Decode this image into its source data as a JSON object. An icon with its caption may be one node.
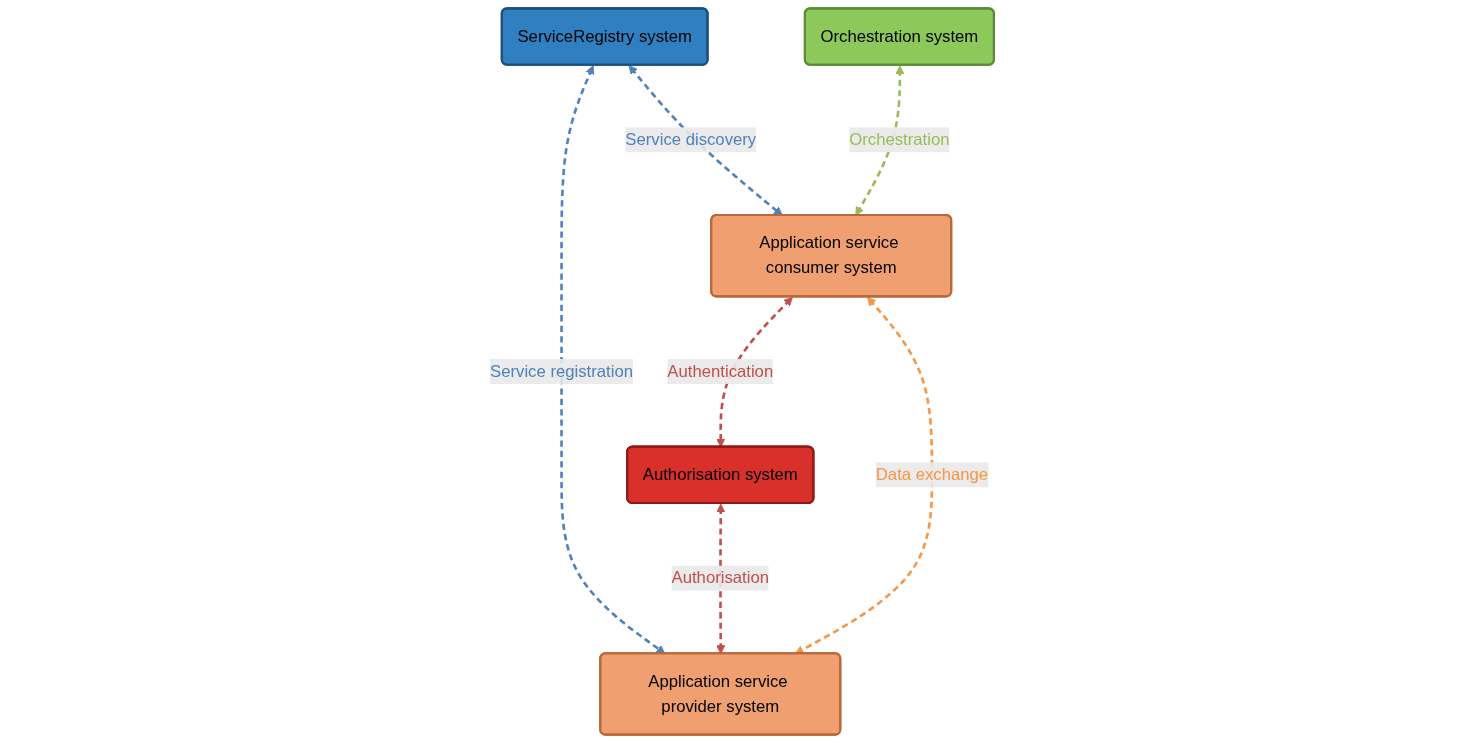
{
  "diagram": {
    "nodes": [
      {
        "text": [
          "Authorisation system"
        ]
      },
      {
        "text": [
          "ServiceRegistry system"
        ]
      },
      {
        "text": [
          "Orchestration system"
        ]
      },
      {
        "text": [
          "Application service consumer system"
        ]
      },
      {
        "text": [
          "Application service provider system"
        ]
      }
    ],
    "edges": [
      {
        "from": 3,
        "to": 0,
        "arrow": "both",
        "label": "Authentication",
        "style": "dashed",
        "color": "#c0504d"
      },
      {
        "from": 1,
        "to": 3,
        "arrow": "both",
        "label": "Service discovery",
        "style": "dashed",
        "color": "#4f81bd"
      },
      {
        "from": 1,
        "to": 4,
        "arrow": "both",
        "label": "Service registration",
        "style": "dashed",
        "color": "#4f81bd"
      },
      {
        "from": 0,
        "to": 4,
        "arrow": "both",
        "label": "Authorisation",
        "style": "dashed",
        "color": "#c0504d"
      },
      {
        "from": 2,
        "to": 3,
        "arrow": "both",
        "label": "Orchestration",
        "style": "dashed",
        "color": "#9bbb59"
      },
      {
        "from": 3,
        "to": 4,
        "arrow": "both",
        "label": "Data exchange",
        "style": "dashed",
        "color": "#f79646"
      }
    ]
  }
}
